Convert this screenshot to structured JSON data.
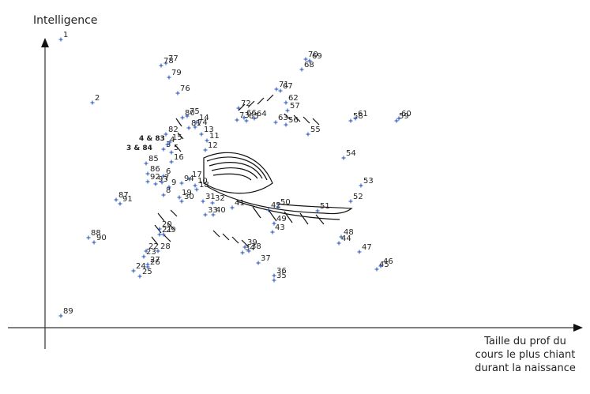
{
  "chart_data": {
    "type": "scatter",
    "ylabel": "Intelligence",
    "xlabel_lines": [
      "Taille du prof du",
      "cours le plus chiant",
      "durant la naissance"
    ],
    "xlim": [
      0,
      690
    ],
    "ylim": [
      0,
      420
    ],
    "grid": false,
    "extra_labels": [
      "4 & 83",
      "3 & 84"
    ],
    "points": [
      {
        "n": "1",
        "x": 20,
        "y": 365
      },
      {
        "n": "2",
        "x": 60,
        "y": 285
      },
      {
        "n": "3",
        "x": 150,
        "y": 226
      },
      {
        "n": "4",
        "x": 155,
        "y": 232
      },
      {
        "n": "5",
        "x": 160,
        "y": 222
      },
      {
        "n": "6",
        "x": 150,
        "y": 192
      },
      {
        "n": "7",
        "x": 148,
        "y": 184
      },
      {
        "n": "8",
        "x": 150,
        "y": 168
      },
      {
        "n": "9",
        "x": 157,
        "y": 178
      },
      {
        "n": "10",
        "x": 190,
        "y": 180
      },
      {
        "n": "11",
        "x": 205,
        "y": 237
      },
      {
        "n": "12",
        "x": 203,
        "y": 225
      },
      {
        "n": "13",
        "x": 198,
        "y": 245
      },
      {
        "n": "14",
        "x": 192,
        "y": 260
      },
      {
        "n": "15",
        "x": 158,
        "y": 235
      },
      {
        "n": "16",
        "x": 160,
        "y": 210
      },
      {
        "n": "17",
        "x": 183,
        "y": 188
      },
      {
        "n": "18",
        "x": 192,
        "y": 175
      },
      {
        "n": "19",
        "x": 170,
        "y": 165
      },
      {
        "n": "20",
        "x": 145,
        "y": 125
      },
      {
        "n": "21",
        "x": 145,
        "y": 118
      },
      {
        "n": "22",
        "x": 128,
        "y": 97
      },
      {
        "n": "23",
        "x": 125,
        "y": 90
      },
      {
        "n": "24",
        "x": 112,
        "y": 72
      },
      {
        "n": "25",
        "x": 120,
        "y": 65
      },
      {
        "n": "26",
        "x": 130,
        "y": 77
      },
      {
        "n": "27",
        "x": 130,
        "y": 80
      },
      {
        "n": "28",
        "x": 143,
        "y": 97
      },
      {
        "n": "29",
        "x": 150,
        "y": 118
      },
      {
        "n": "30",
        "x": 173,
        "y": 160
      },
      {
        "n": "31",
        "x": 200,
        "y": 160
      },
      {
        "n": "32",
        "x": 212,
        "y": 158
      },
      {
        "n": "33",
        "x": 203,
        "y": 143
      },
      {
        "n": "34",
        "x": 250,
        "y": 95
      },
      {
        "n": "35",
        "x": 290,
        "y": 60
      },
      {
        "n": "36",
        "x": 290,
        "y": 66
      },
      {
        "n": "37",
        "x": 270,
        "y": 82
      },
      {
        "n": "38",
        "x": 258,
        "y": 97
      },
      {
        "n": "39",
        "x": 253,
        "y": 102
      },
      {
        "n": "40",
        "x": 213,
        "y": 143
      },
      {
        "n": "41",
        "x": 237,
        "y": 152
      },
      {
        "n": "42",
        "x": 283,
        "y": 149
      },
      {
        "n": "43",
        "x": 288,
        "y": 121
      },
      {
        "n": "44",
        "x": 372,
        "y": 107
      },
      {
        "n": "45",
        "x": 420,
        "y": 74
      },
      {
        "n": "46",
        "x": 425,
        "y": 78
      },
      {
        "n": "47",
        "x": 398,
        "y": 96
      },
      {
        "n": "48",
        "x": 375,
        "y": 115
      },
      {
        "n": "49",
        "x": 290,
        "y": 132
      },
      {
        "n": "50",
        "x": 295,
        "y": 153
      },
      {
        "n": "51",
        "x": 345,
        "y": 148
      },
      {
        "n": "52",
        "x": 387,
        "y": 160
      },
      {
        "n": "53",
        "x": 400,
        "y": 180
      },
      {
        "n": "54",
        "x": 378,
        "y": 215
      },
      {
        "n": "55",
        "x": 333,
        "y": 245
      },
      {
        "n": "56",
        "x": 305,
        "y": 257
      },
      {
        "n": "57",
        "x": 307,
        "y": 275
      },
      {
        "n": "58",
        "x": 387,
        "y": 262
      },
      {
        "n": "59",
        "x": 445,
        "y": 262
      },
      {
        "n": "60",
        "x": 448,
        "y": 265
      },
      {
        "n": "61",
        "x": 393,
        "y": 265
      },
      {
        "n": "62",
        "x": 305,
        "y": 285
      },
      {
        "n": "63",
        "x": 292,
        "y": 260
      },
      {
        "n": "64",
        "x": 265,
        "y": 265
      },
      {
        "n": "65",
        "x": 255,
        "y": 262
      },
      {
        "n": "66",
        "x": 252,
        "y": 266
      },
      {
        "n": "67",
        "x": 298,
        "y": 300
      },
      {
        "n": "68",
        "x": 325,
        "y": 327
      },
      {
        "n": "69",
        "x": 335,
        "y": 338
      },
      {
        "n": "70",
        "x": 330,
        "y": 340
      },
      {
        "n": "71",
        "x": 293,
        "y": 302
      },
      {
        "n": "72",
        "x": 245,
        "y": 278
      },
      {
        "n": "73",
        "x": 243,
        "y": 263
      },
      {
        "n": "74",
        "x": 190,
        "y": 254
      },
      {
        "n": "75",
        "x": 180,
        "y": 268
      },
      {
        "n": "76",
        "x": 168,
        "y": 297
      },
      {
        "n": "77",
        "x": 153,
        "y": 335
      },
      {
        "n": "78",
        "x": 147,
        "y": 332
      },
      {
        "n": "79",
        "x": 157,
        "y": 317
      },
      {
        "n": "80",
        "x": 174,
        "y": 266
      },
      {
        "n": "81",
        "x": 182,
        "y": 253
      },
      {
        "n": "82",
        "x": 153,
        "y": 245
      },
      {
        "n": "85",
        "x": 128,
        "y": 208
      },
      {
        "n": "86",
        "x": 130,
        "y": 195
      },
      {
        "n": "87",
        "x": 90,
        "y": 162
      },
      {
        "n": "88",
        "x": 55,
        "y": 114
      },
      {
        "n": "89",
        "x": 20,
        "y": 15
      },
      {
        "n": "90",
        "x": 62,
        "y": 108
      },
      {
        "n": "91",
        "x": 95,
        "y": 157
      },
      {
        "n": "92",
        "x": 130,
        "y": 185
      },
      {
        "n": "93",
        "x": 140,
        "y": 182
      },
      {
        "n": "94",
        "x": 173,
        "y": 183
      }
    ]
  }
}
